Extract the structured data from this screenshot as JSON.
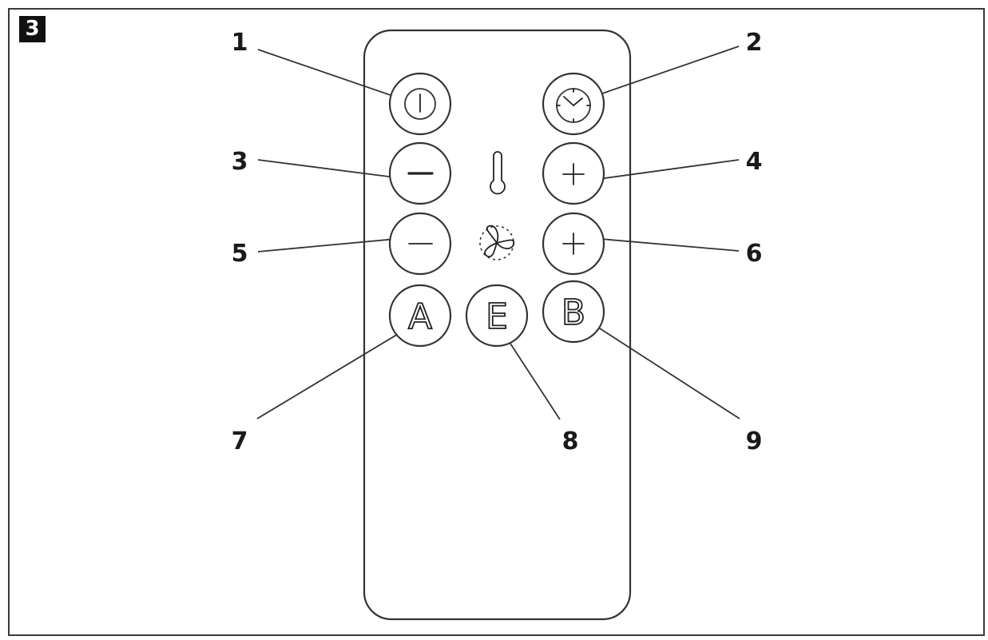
{
  "figure": {
    "number": "3"
  },
  "callouts": [
    "1",
    "2",
    "3",
    "4",
    "5",
    "6",
    "7",
    "8",
    "9"
  ],
  "buttons": {
    "mode_a": "A",
    "mode_e": "E",
    "mode_b": "B"
  },
  "icons": {
    "power": "power-icon",
    "timer": "timer-icon",
    "temperature": "thermometer-icon",
    "fan": "fan-icon",
    "minus": "minus-icon",
    "plus": "plus-icon"
  },
  "colors": {
    "line": "#333333",
    "badge": "#111111"
  }
}
